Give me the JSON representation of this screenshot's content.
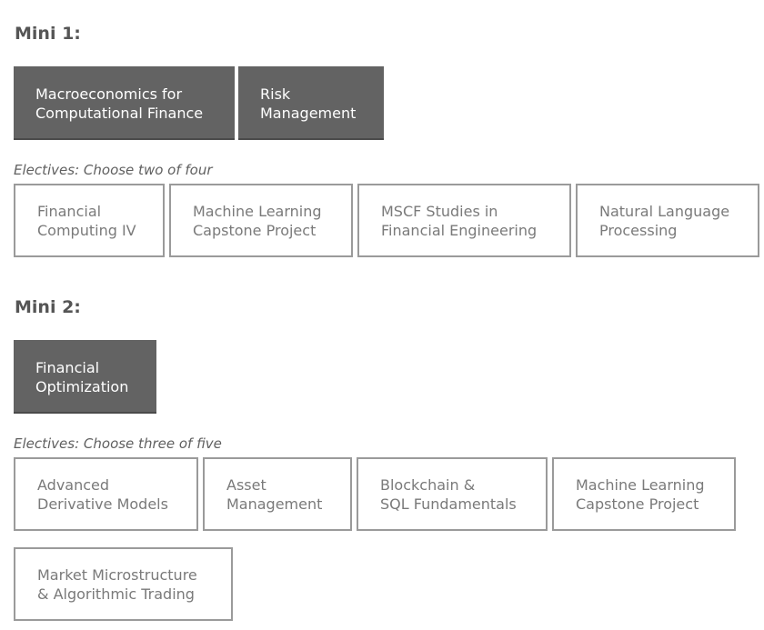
{
  "mini1": {
    "heading": "Mini 1:",
    "core": [
      {
        "label": "Macroeconomics for\nComputational Finance"
      },
      {
        "label": "Risk\nManagement"
      }
    ],
    "electives_note": "Electives: Choose two of four",
    "electives": [
      {
        "label": "Financial\nComputing IV"
      },
      {
        "label": "Machine Learning\nCapstone Project"
      },
      {
        "label": "MSCF Studies in\nFinancial Engineering"
      },
      {
        "label": "Natural Language\nProcessing"
      }
    ]
  },
  "mini2": {
    "heading": "Mini 2:",
    "core": [
      {
        "label": "Financial\nOptimization"
      }
    ],
    "electives_note": "Electives: Choose three of five",
    "electives": [
      {
        "label": "Advanced\nDerivative Models"
      },
      {
        "label": "Asset\nManagement"
      },
      {
        "label": "Blockchain &\nSQL Fundamentals"
      },
      {
        "label": "Machine Learning\nCapstone Project"
      },
      {
        "label": "Market Microstructure\n& Algorithmic Trading"
      }
    ]
  },
  "colors": {
    "core_background": "#636363",
    "elective_border": "#9a9a9a",
    "heading_text": "#555555"
  }
}
